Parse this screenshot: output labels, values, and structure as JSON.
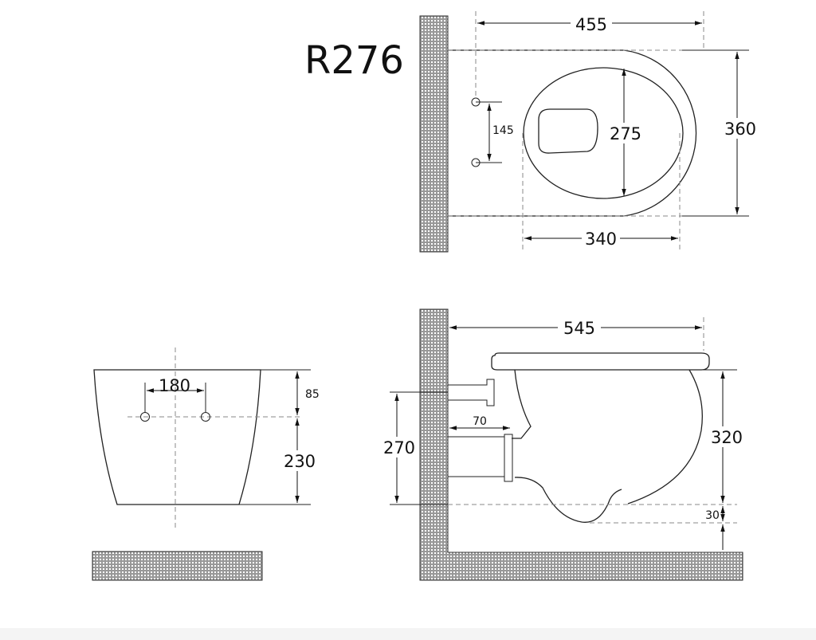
{
  "title": "R276",
  "colors": {
    "line": "#222222",
    "text": "#111111",
    "hidden": "#888888",
    "background": "#ffffff"
  },
  "top_view": {
    "overall_length": "455",
    "overall_width": "360",
    "inner_width": "275",
    "bowl_length": "340",
    "bolt_spacing": "145"
  },
  "front_view": {
    "bolt_spacing": "180",
    "top_to_bolts": "85",
    "bolts_to_bottom": "230"
  },
  "side_view": {
    "overall_length": "545",
    "body_height": "320",
    "outlet_height": "270",
    "inlet_depth": "70",
    "clearance": "30"
  }
}
